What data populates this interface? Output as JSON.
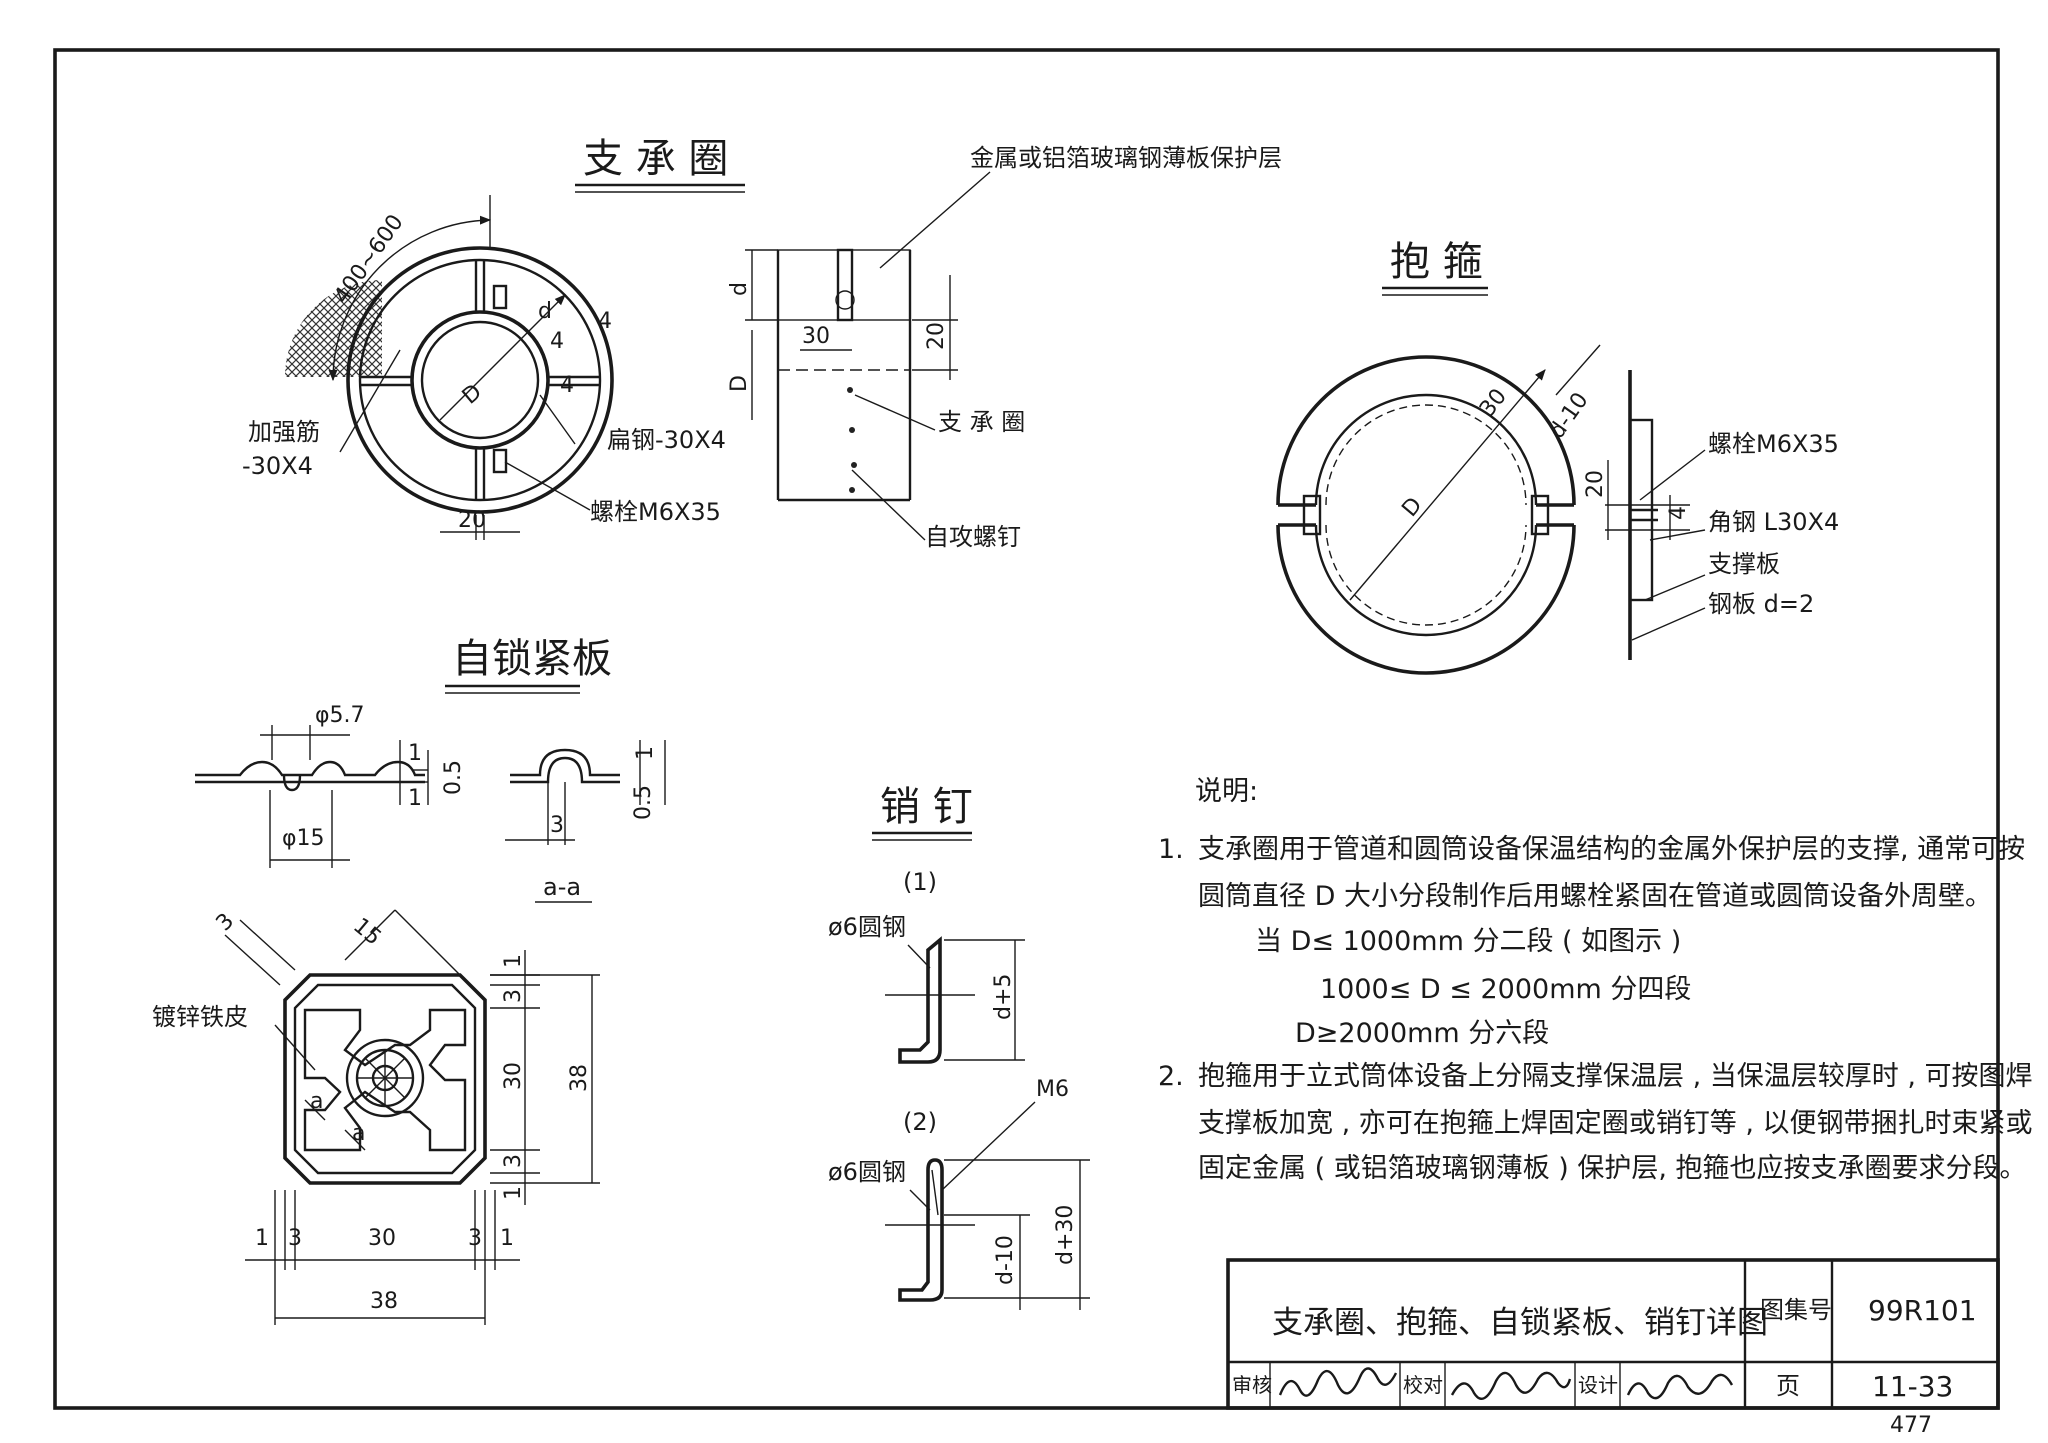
{
  "titles": {
    "support_ring": "支 承 圈",
    "hoop": "抱 箍",
    "lock_plate": "自锁紧板",
    "pin": "销 钉"
  },
  "support_ring": {
    "arc_span": "400~600",
    "d": "d",
    "D": "D",
    "four_a": "4",
    "four_b": "4",
    "four_c": "4",
    "twenty": "20",
    "rib_label": "加强筋",
    "rib_spec": "-30X4",
    "flat_steel": "扁钢-30X4",
    "bolt": "螺栓M6X35"
  },
  "support_section": {
    "cover_label": "金属或铝箔玻璃钢薄板保护层",
    "d": "d",
    "D": "D",
    "thirty": "30",
    "twenty": "20",
    "ring_label": "支 承 圈",
    "screw_label": "自攻螺钉"
  },
  "hoop": {
    "d10": "d-10",
    "thirty": "30",
    "D": "D",
    "twenty": "20",
    "four": "4",
    "bolt": "螺栓M6X35",
    "angle": "角钢 L30X4",
    "plate": "支撑板",
    "steel": "钢板 d=2"
  },
  "lock_plate": {
    "phi57": "φ5.7",
    "phi15": "φ15",
    "one_a": "1",
    "one_b": "1",
    "half_a": "0.5",
    "one_c": "1",
    "half_b": "0.5",
    "three_sec": "3",
    "section_aa": "a-a",
    "three_diag": "3",
    "fifteen_diag": "15",
    "galv_label": "镀锌铁皮",
    "a_top": "a",
    "a_bot": "a",
    "r_one_a": "1",
    "r_three_a": "3",
    "r_thirty": "30",
    "r_three_b": "3",
    "r_one_b": "1",
    "r_38": "38",
    "b_one_a": "1",
    "b_three_a": "3",
    "b_thirty": "30",
    "b_three_b": "3",
    "b_one_b": "1",
    "b_38": "38"
  },
  "pin": {
    "n1": "(1)",
    "rod1": "ø6圆钢",
    "d5": "d+5",
    "n2": "(2)",
    "m6": "M6",
    "rod2": "ø6圆钢",
    "d10": "d-10",
    "d30": "d+30"
  },
  "notes": {
    "header": "说明:",
    "n1_num": "1.",
    "n1_l1": "支承圈用于管道和圆筒设备保温结构的金属外保护层的支撑, 通常可按",
    "n1_l2": "圆筒直径 D 大小分段制作后用螺栓紧固在管道或圆筒设备外周壁。",
    "n1_l3": "当 D≤ 1000mm 分二段 ( 如图示 )",
    "n1_l4": "1000≤ D ≤ 2000mm 分四段",
    "n1_l5": "D≥2000mm 分六段",
    "n2_num": "2.",
    "n2_l1": "抱箍用于立式筒体设备上分隔支撑保温层 , 当保温层较厚时 , 可按图焊",
    "n2_l2": "支撑板加宽 , 亦可在抱箍上焊固定圈或销钉等 , 以便钢带捆扎时束紧或",
    "n2_l3": "固定金属 ( 或铝箔玻璃钢薄板 ) 保护层, 抱箍也应按支承圈要求分段。"
  },
  "title_block": {
    "drawing_title": "支承圈、抱箍、自锁紧板、销钉详图",
    "atlas_label": "图集号",
    "atlas_no": "99R101",
    "review_label": "审核",
    "check_label": "校对",
    "design_label": "设计",
    "page_label": "页",
    "page_no": "11-33"
  },
  "page_number": "477"
}
